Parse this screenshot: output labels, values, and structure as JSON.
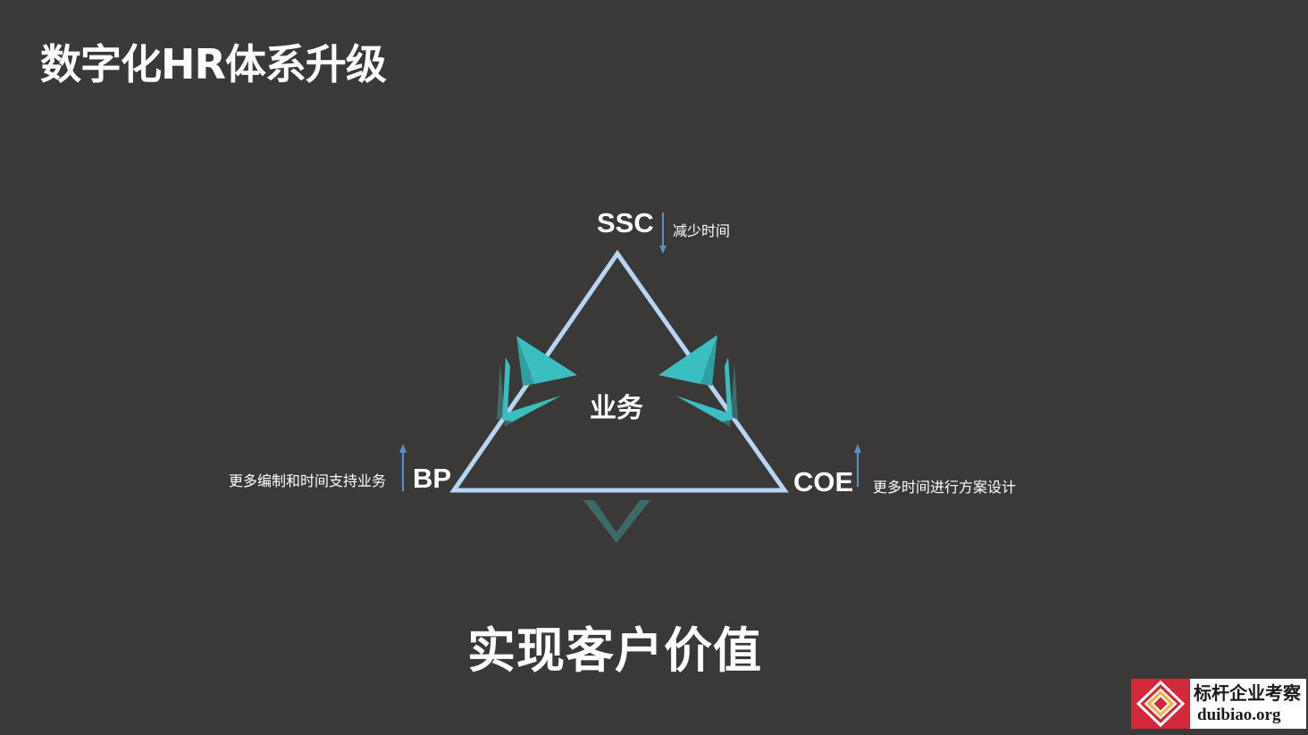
{
  "slide": {
    "title": "数字化HR体系升级",
    "bottom_caption": "实现客户价值"
  },
  "diagram": {
    "center_label": "业务",
    "nodes": {
      "ssc": {
        "label": "SSC",
        "note": "减少时间",
        "arrow_direction": "down"
      },
      "bp": {
        "label": "BP",
        "note": "更多编制和时间支持业务",
        "arrow_direction": "up"
      },
      "coe": {
        "label": "COE",
        "note": "更多时间进行方案设计",
        "arrow_direction": "up"
      }
    },
    "colors": {
      "triangle_stroke": "#b9d5f5",
      "arrow_teal": "#3bbec0",
      "arrow_shadow": "#3d6b6c",
      "note_arrow": "#5b8fd0"
    }
  },
  "watermark": {
    "line1": "标杆企业考察",
    "line2": "duibiao.org"
  }
}
